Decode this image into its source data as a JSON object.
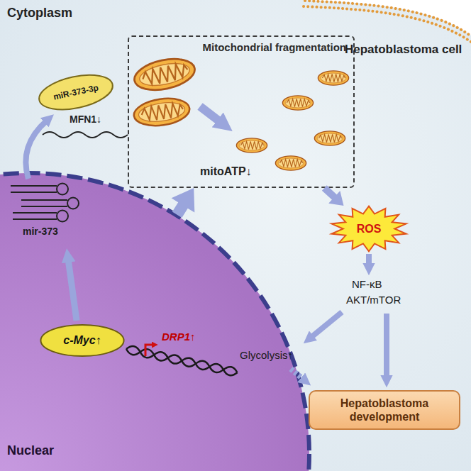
{
  "diagram": {
    "nodes": [
      {
        "text": [
          "Mitochondrial fragmentation",
          "mitoATP↓"
        ]
      },
      {
        "text": [
          "ROS"
        ]
      },
      {
        "text": [
          "miR-373-3p"
        ]
      },
      {
        "text": [
          "Nuclear"
        ]
      },
      {
        "text": [
          "c-Myc↑"
        ],
        "in": 3
      },
      {
        "text": [
          "Hepatoblastoma development"
        ]
      }
    ],
    "edges": [
      {
        "from": 3,
        "to": 0,
        "arrow": "to"
      },
      {
        "from": 0,
        "to": 1,
        "arrow": "to"
      }
    ],
    "labels": [
      "Cytoplasm",
      "Hepatoblastoma cell",
      "MFN1↓",
      "mir-373",
      "DRP1↑",
      "NF-κB",
      "AKT/mTOR",
      "Glycolysis↑"
    ]
  }
}
